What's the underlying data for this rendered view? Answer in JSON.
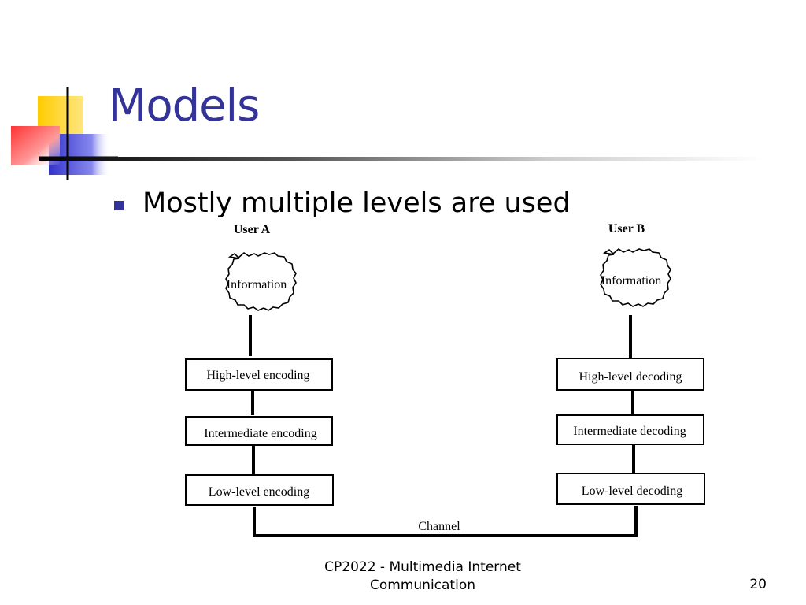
{
  "slide": {
    "title": "Models",
    "bullet": "Mostly multiple levels are used",
    "footer": "CP2022 - Multimedia Internet Communication",
    "page_number": "20"
  },
  "diagram": {
    "user_a": {
      "label": "User A",
      "source": "Information",
      "levels": [
        "High-level encoding",
        "Intermediate encoding",
        "Low-level encoding"
      ]
    },
    "user_b": {
      "label": "User B",
      "source": "Information",
      "levels": [
        "High-level decoding",
        "Intermediate decoding",
        "Low-level decoding"
      ]
    },
    "channel_label": "Channel"
  },
  "colors": {
    "title": "#333399",
    "bullet": "#333399",
    "deco_yellow": "#ffcc00",
    "deco_blue": "#3333cc",
    "deco_red": "#ff3333"
  }
}
